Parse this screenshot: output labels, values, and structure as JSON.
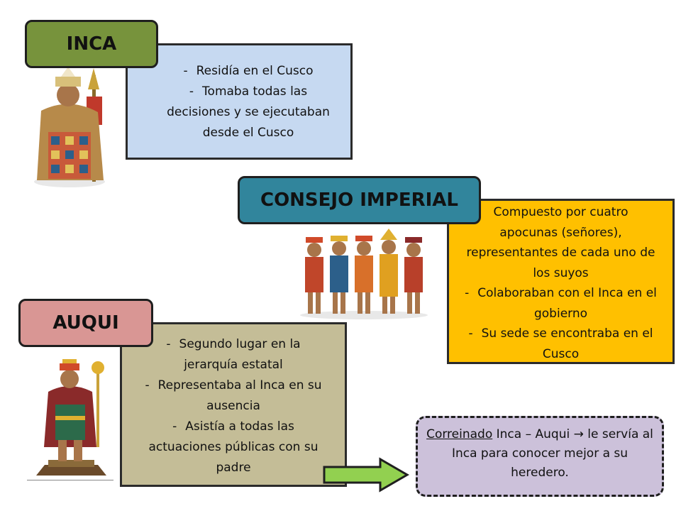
{
  "inca": {
    "title": "INCA",
    "lines": [
      "Residía en el Cusco",
      "Tomaba todas las decisiones y se ejecutaban desde el Cusco"
    ],
    "colors": {
      "tag": "#77933c",
      "box": "#c6d9f1"
    }
  },
  "consejo": {
    "title": "CONSEJO IMPERIAL",
    "intro": "Compuesto por cuatro apocunas (señores), representantes de cada uno de los suyos",
    "lines": [
      "Colaboraban con el Inca en el gobierno",
      "Su sede se encontraba en el Cusco"
    ],
    "colors": {
      "tag": "#31859c",
      "box": "#ffc000"
    }
  },
  "auqui": {
    "title": "AUQUI",
    "lines": [
      "Segundo lugar en la jerarquía estatal",
      "Representaba al Inca en su ausencia",
      "Asistía a todas las actuaciones públicas con su padre"
    ],
    "colors": {
      "tag": "#d99694",
      "box": "#c4bd97"
    }
  },
  "correinado": {
    "term": "Correinado",
    "rest": " Inca – Auqui ",
    "arrow": "→",
    "tail": " le servía al Inca para conocer mejor a su heredero.",
    "colors": {
      "box": "#ccc1da"
    }
  },
  "arrow_color": "#92d050"
}
